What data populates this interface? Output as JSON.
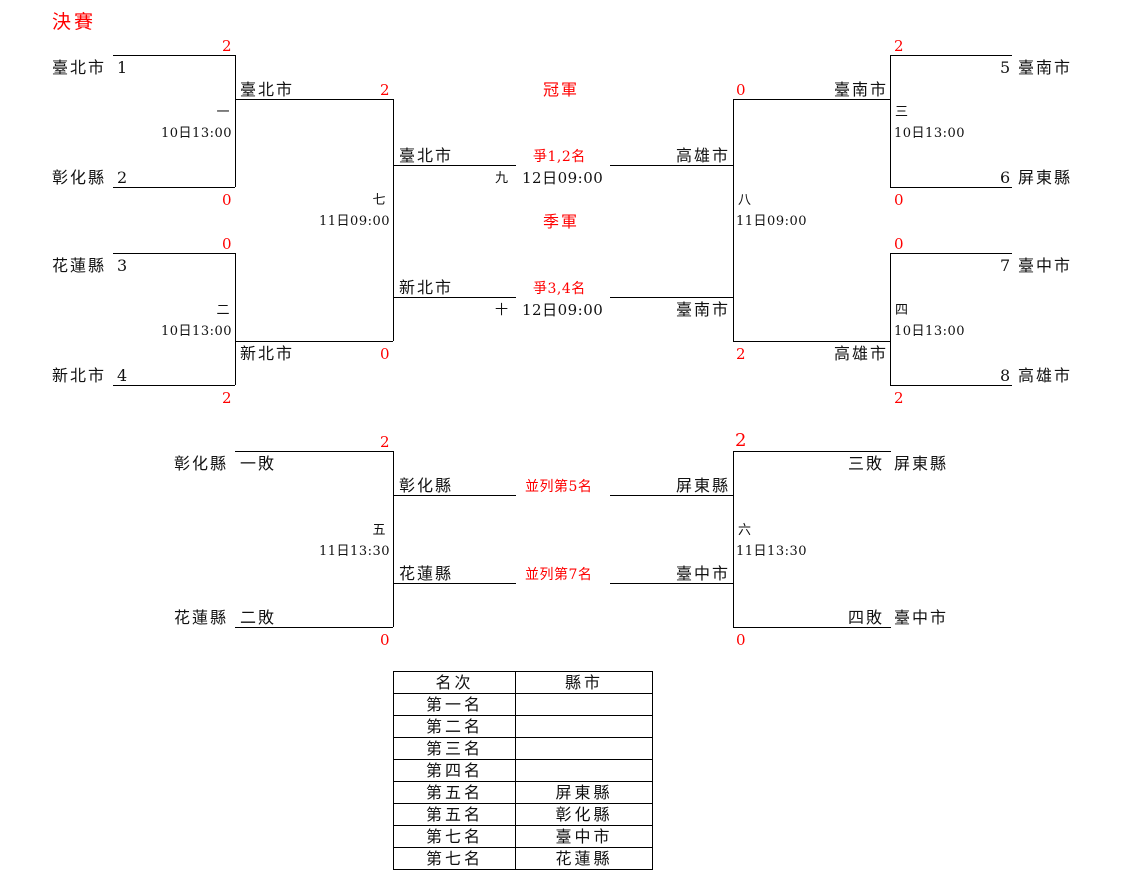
{
  "title": "決賽",
  "accent_color": "#ff0000",
  "round1": {
    "m1": {
      "no": "一",
      "time": "10日13:00",
      "team_a": "臺北市",
      "seed_a": "1",
      "score_a": "2",
      "team_b": "彰化縣",
      "seed_b": "2",
      "score_b": "0",
      "winner": "臺北市"
    },
    "m2": {
      "no": "二",
      "time": "10日13:00",
      "team_a": "花蓮縣",
      "seed_a": "3",
      "score_a": "0",
      "team_b": "新北市",
      "seed_b": "4",
      "score_b": "2",
      "winner": "新北市"
    },
    "m3": {
      "no": "三",
      "time": "10日13:00",
      "team_a": "臺南市",
      "seed_a": "5",
      "score_a": "2",
      "team_b": "屏東縣",
      "seed_b": "6",
      "score_b": "0",
      "winner": "臺南市"
    },
    "m4": {
      "no": "四",
      "time": "10日13:00",
      "team_a": "臺中市",
      "seed_a": "7",
      "score_a": "0",
      "team_b": "高雄市",
      "seed_b": "8",
      "score_b": "2",
      "winner": "高雄市"
    }
  },
  "semis": {
    "m7": {
      "no": "七",
      "time": "11日09:00",
      "score_a": "2",
      "score_b": "0",
      "winner_top": "臺北市",
      "loser_bottom": "新北市"
    },
    "m8": {
      "no": "八",
      "time": "11日09:00",
      "score_a": "0",
      "score_b": "2",
      "winner_top": "高雄市",
      "loser_bottom": "臺南市"
    }
  },
  "finals": {
    "champion_label": "冠軍",
    "third_label": "季軍",
    "m9": {
      "no": "九",
      "time": "12日09:00",
      "label": "爭1,2名"
    },
    "m10": {
      "no": "十",
      "time": "12日09:00",
      "label": "爭3,4名"
    }
  },
  "consolation": {
    "m5": {
      "no": "五",
      "time": "11日13:30",
      "team_a": "彰化縣",
      "tag_a": "一敗",
      "score_a": "2",
      "team_b": "花蓮縣",
      "tag_b": "二敗",
      "score_b": "0",
      "out_top": "彰化縣",
      "out_bottom": "花蓮縣"
    },
    "m6": {
      "no": "六",
      "time": "11日13:30",
      "team_a": "屏東縣",
      "tag_a": "三敗",
      "score_a": "2",
      "team_b": "臺中市",
      "tag_b": "四敗",
      "score_b": "0",
      "out_top": "屏東縣",
      "out_bottom": "臺中市"
    },
    "label_5th": "並列第5名",
    "label_7th": "並列第7名"
  },
  "ranking": {
    "headers": [
      "名次",
      "縣市"
    ],
    "rows": [
      [
        "第一名",
        ""
      ],
      [
        "第二名",
        ""
      ],
      [
        "第三名",
        ""
      ],
      [
        "第四名",
        ""
      ],
      [
        "第五名",
        "屏東縣"
      ],
      [
        "第五名",
        "彰化縣"
      ],
      [
        "第七名",
        "臺中市"
      ],
      [
        "第七名",
        "花蓮縣"
      ]
    ]
  }
}
